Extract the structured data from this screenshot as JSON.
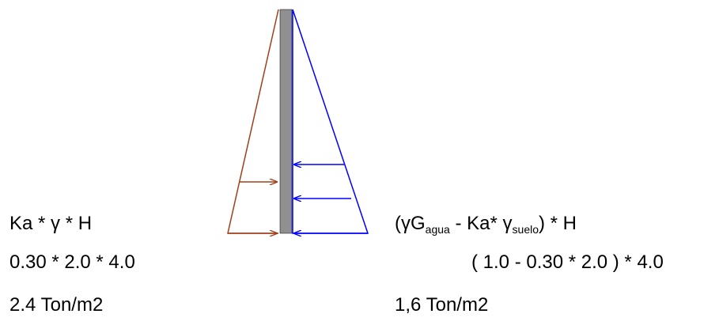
{
  "left": {
    "formula": "Ka * γ * H",
    "substitution": "0.30 * 2.0 * 4.0",
    "result": "2.4  Ton/m2"
  },
  "right": {
    "formula_open": "(γG",
    "formula_sub1": "agua",
    "formula_mid": " - Ka*  γ",
    "formula_sub2": "suelo",
    "formula_close": ") * H",
    "substitution": "( 1.0 - 0.30 * 2.0 ) * 4.0",
    "result": "1,6 Ton/m2"
  },
  "colors": {
    "soil_diagram": "#a0401a",
    "water_diagram": "#0000ff",
    "wall": "#909090"
  }
}
